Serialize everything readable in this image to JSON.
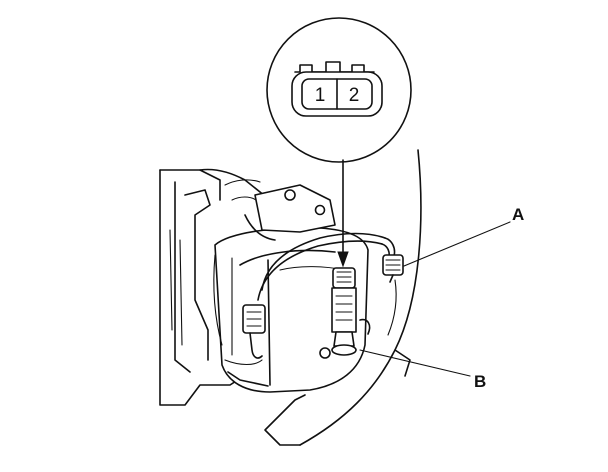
{
  "connector_detail": {
    "pin_1": "1",
    "pin_2": "2"
  },
  "callouts": {
    "a": "A",
    "b": "B"
  }
}
